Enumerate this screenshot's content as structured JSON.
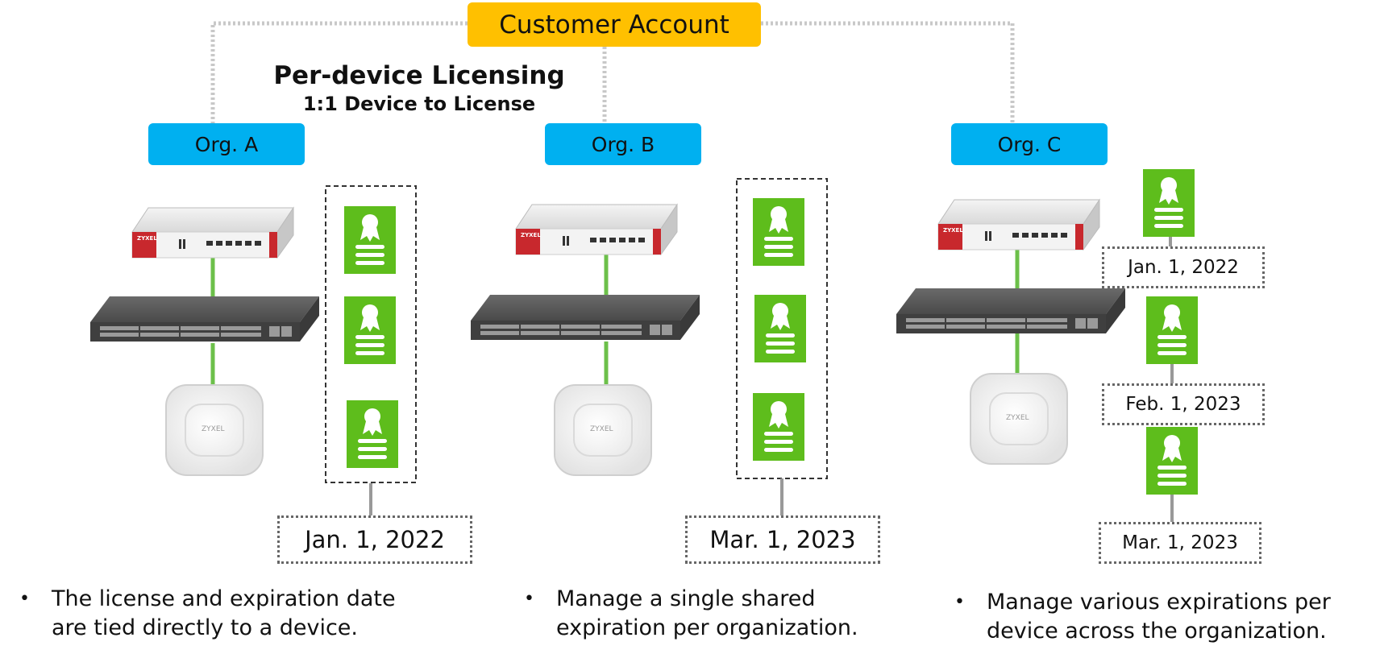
{
  "customer_account": {
    "label": "Customer Account",
    "color": "#FFC000"
  },
  "heading": {
    "title": "Per-device Licensing",
    "subtitle": "1:1 Device to License"
  },
  "orgs": [
    {
      "label": "Org. A",
      "color": "#00B0F0"
    },
    {
      "label": "Org. B",
      "color": "#00B0F0"
    },
    {
      "label": "Org. C",
      "color": "#00B0F0"
    }
  ],
  "device_brand": "ZYXEL",
  "dates": {
    "org_a": "Jan. 1, 2022",
    "org_b": "Mar. 1, 2023",
    "org_c": [
      "Jan. 1, 2022",
      "Feb. 1, 2023",
      "Mar. 1, 2023"
    ]
  },
  "bullets": [
    {
      "line1": "The license and expiration date",
      "line2": "are tied directly to a device."
    },
    {
      "line1": "Manage a single shared",
      "line2": "expiration per organization."
    },
    {
      "line1": "Manage various expirations per",
      "line2": "device across the organization."
    }
  ],
  "colors": {
    "license_green": "#5EBD1C",
    "link_green": "#6CC04A",
    "firewall_red": "#C8282D"
  }
}
